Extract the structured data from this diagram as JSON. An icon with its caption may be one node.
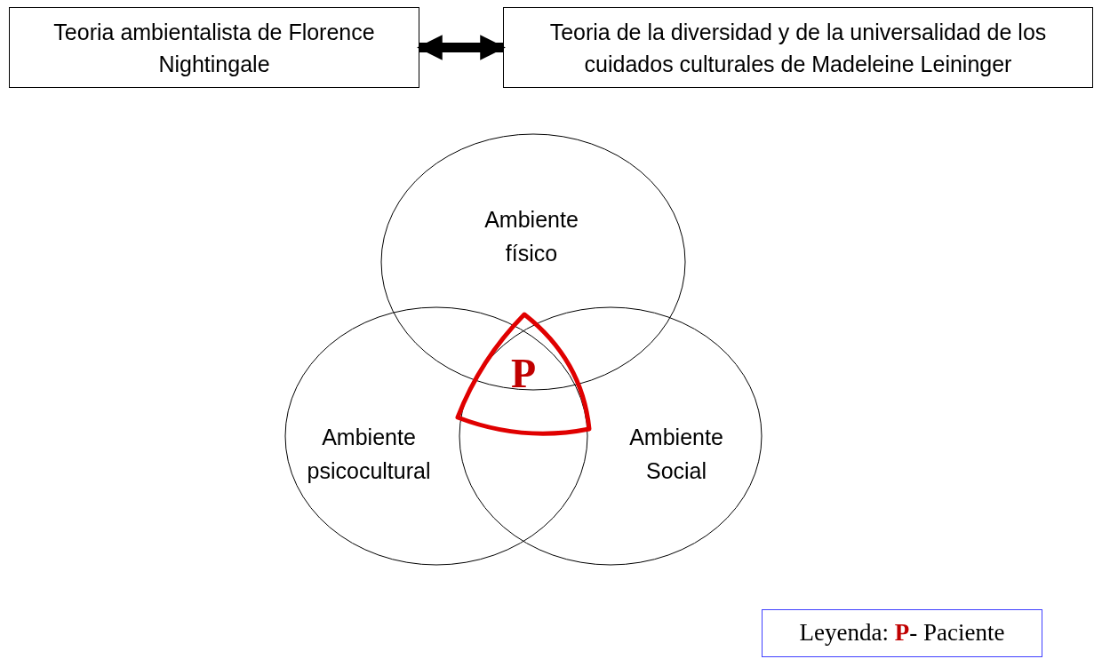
{
  "diagram": {
    "nodes": [
      {
        "text": [
          "Teoria ambientalista de Florence Nightingale"
        ]
      },
      {
        "text": [
          "Teoria de la diversidad y de la universalidad de los cuidados culturales de Madeleine Leininger"
        ]
      },
      {
        "text": [
          "Ambiente físico"
        ]
      },
      {
        "text": [
          "Ambiente psicocultural"
        ]
      },
      {
        "text": [
          "Ambiente Social"
        ]
      },
      {
        "text": [
          "P"
        ]
      }
    ],
    "edges": [
      {
        "from": 0,
        "to": 1,
        "arrow": "both"
      }
    ],
    "labels": [
      "Leyenda: **P**- Paciente"
    ]
  }
}
